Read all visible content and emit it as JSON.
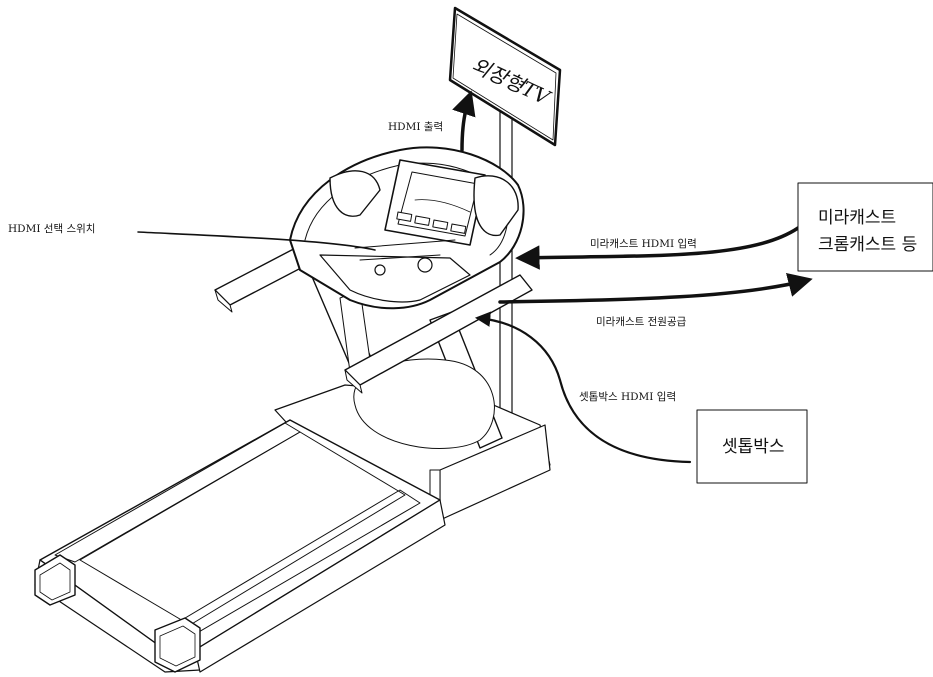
{
  "labels": {
    "tv": "외장형TV",
    "hdmi_output": "HDMI 출력",
    "hdmi_switch": "HDMI 선택 스위치",
    "miracast_hdmi_input": "미라캐스트 HDMI 입력",
    "miracast_power": "미라캐스트 전원공급",
    "settopbox_hdmi_input": "셋톱박스 HDMI 입력"
  },
  "boxes": {
    "miracast_line1": "미라캐스트",
    "miracast_line2": "크롬캐스트 등",
    "settopbox": "셋톱박스"
  },
  "colors": {
    "line": "#111111",
    "background": "#ffffff"
  }
}
